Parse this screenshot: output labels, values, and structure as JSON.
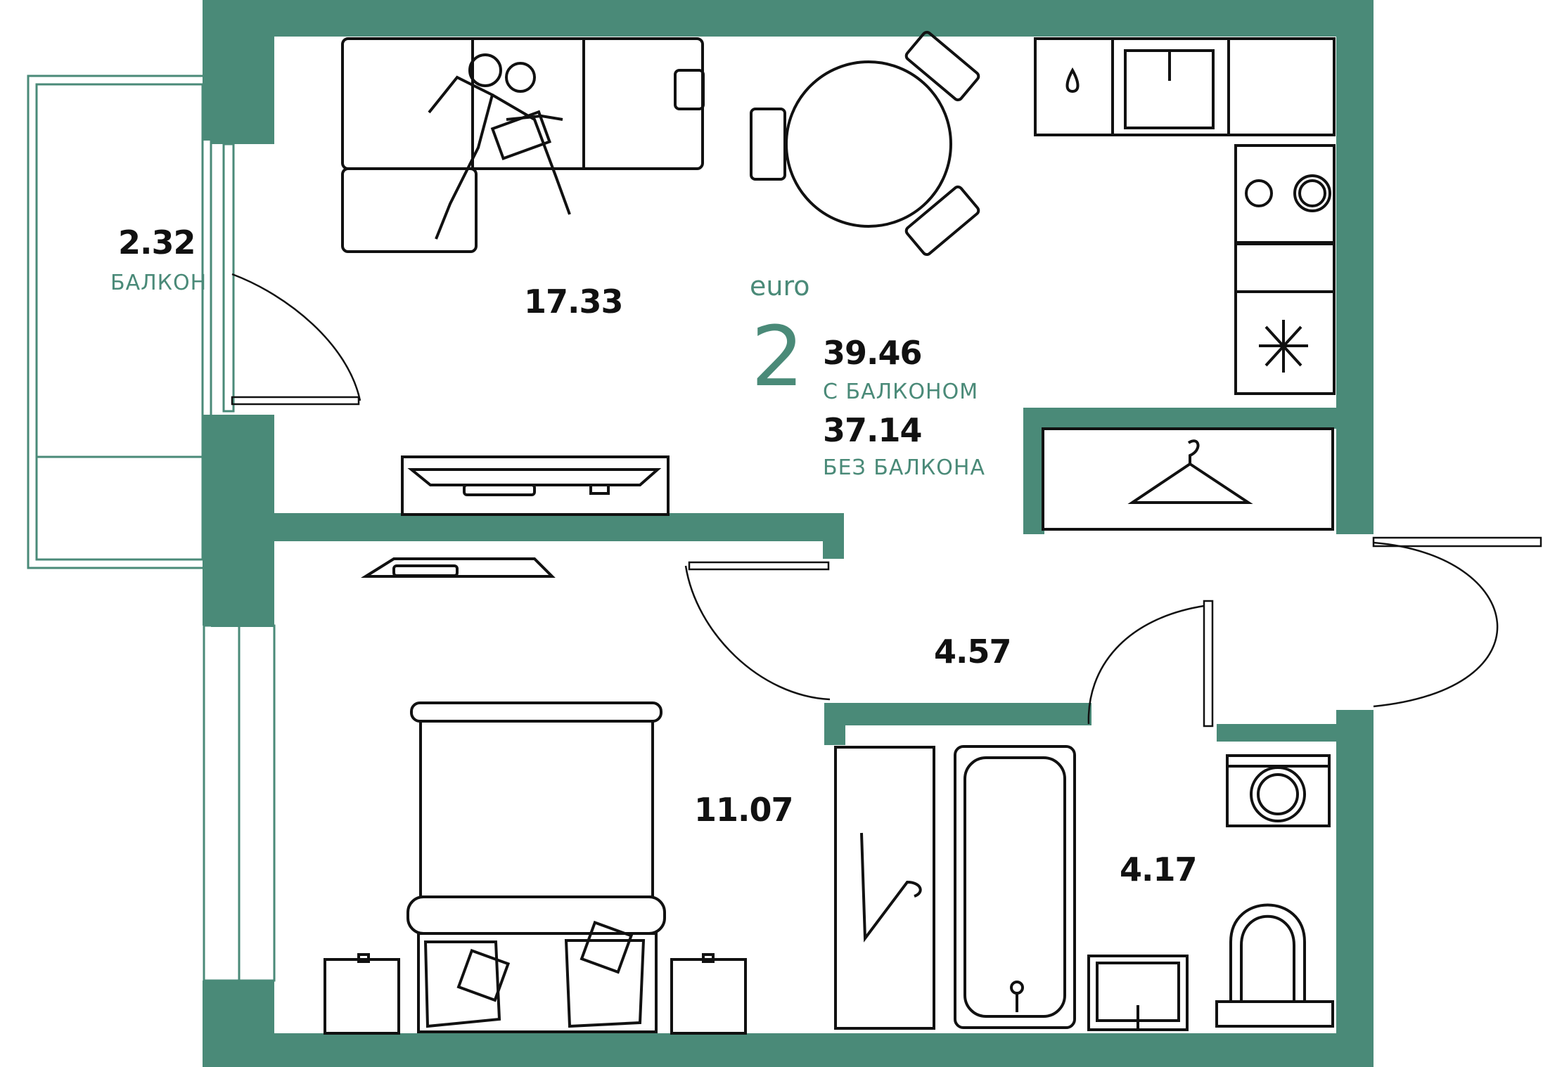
{
  "colors": {
    "wall": "#4a8a78",
    "line": "#111111",
    "accent_text": "#4a8a78"
  },
  "summary": {
    "type_label": "euro",
    "rooms": "2",
    "area_with_balcony": "39.46",
    "with_balcony_label": "С БАЛКОНОМ",
    "area_without_balcony": "37.14",
    "without_balcony_label": "БЕЗ БАЛКОНА"
  },
  "rooms": {
    "balcony": {
      "area": "2.32",
      "label": "БАЛКОН"
    },
    "living_kitchen": {
      "area": "17.33"
    },
    "hallway": {
      "area": "4.57"
    },
    "bedroom": {
      "area": "11.07"
    },
    "bathroom": {
      "area": "4.17"
    }
  },
  "icons": [
    "sofa-icon",
    "people-icon",
    "dining-table-icon",
    "kitchen-sink-icon",
    "water-drop-icon",
    "stove-icon",
    "fridge-snowflake-icon",
    "tv-icon",
    "wardrobe-hanger-icon",
    "bed-icon",
    "pillow-icon",
    "nightstand-icon",
    "bathtub-icon",
    "washbasin-icon",
    "washing-machine-icon",
    "toilet-icon",
    "door-swing-icon"
  ]
}
